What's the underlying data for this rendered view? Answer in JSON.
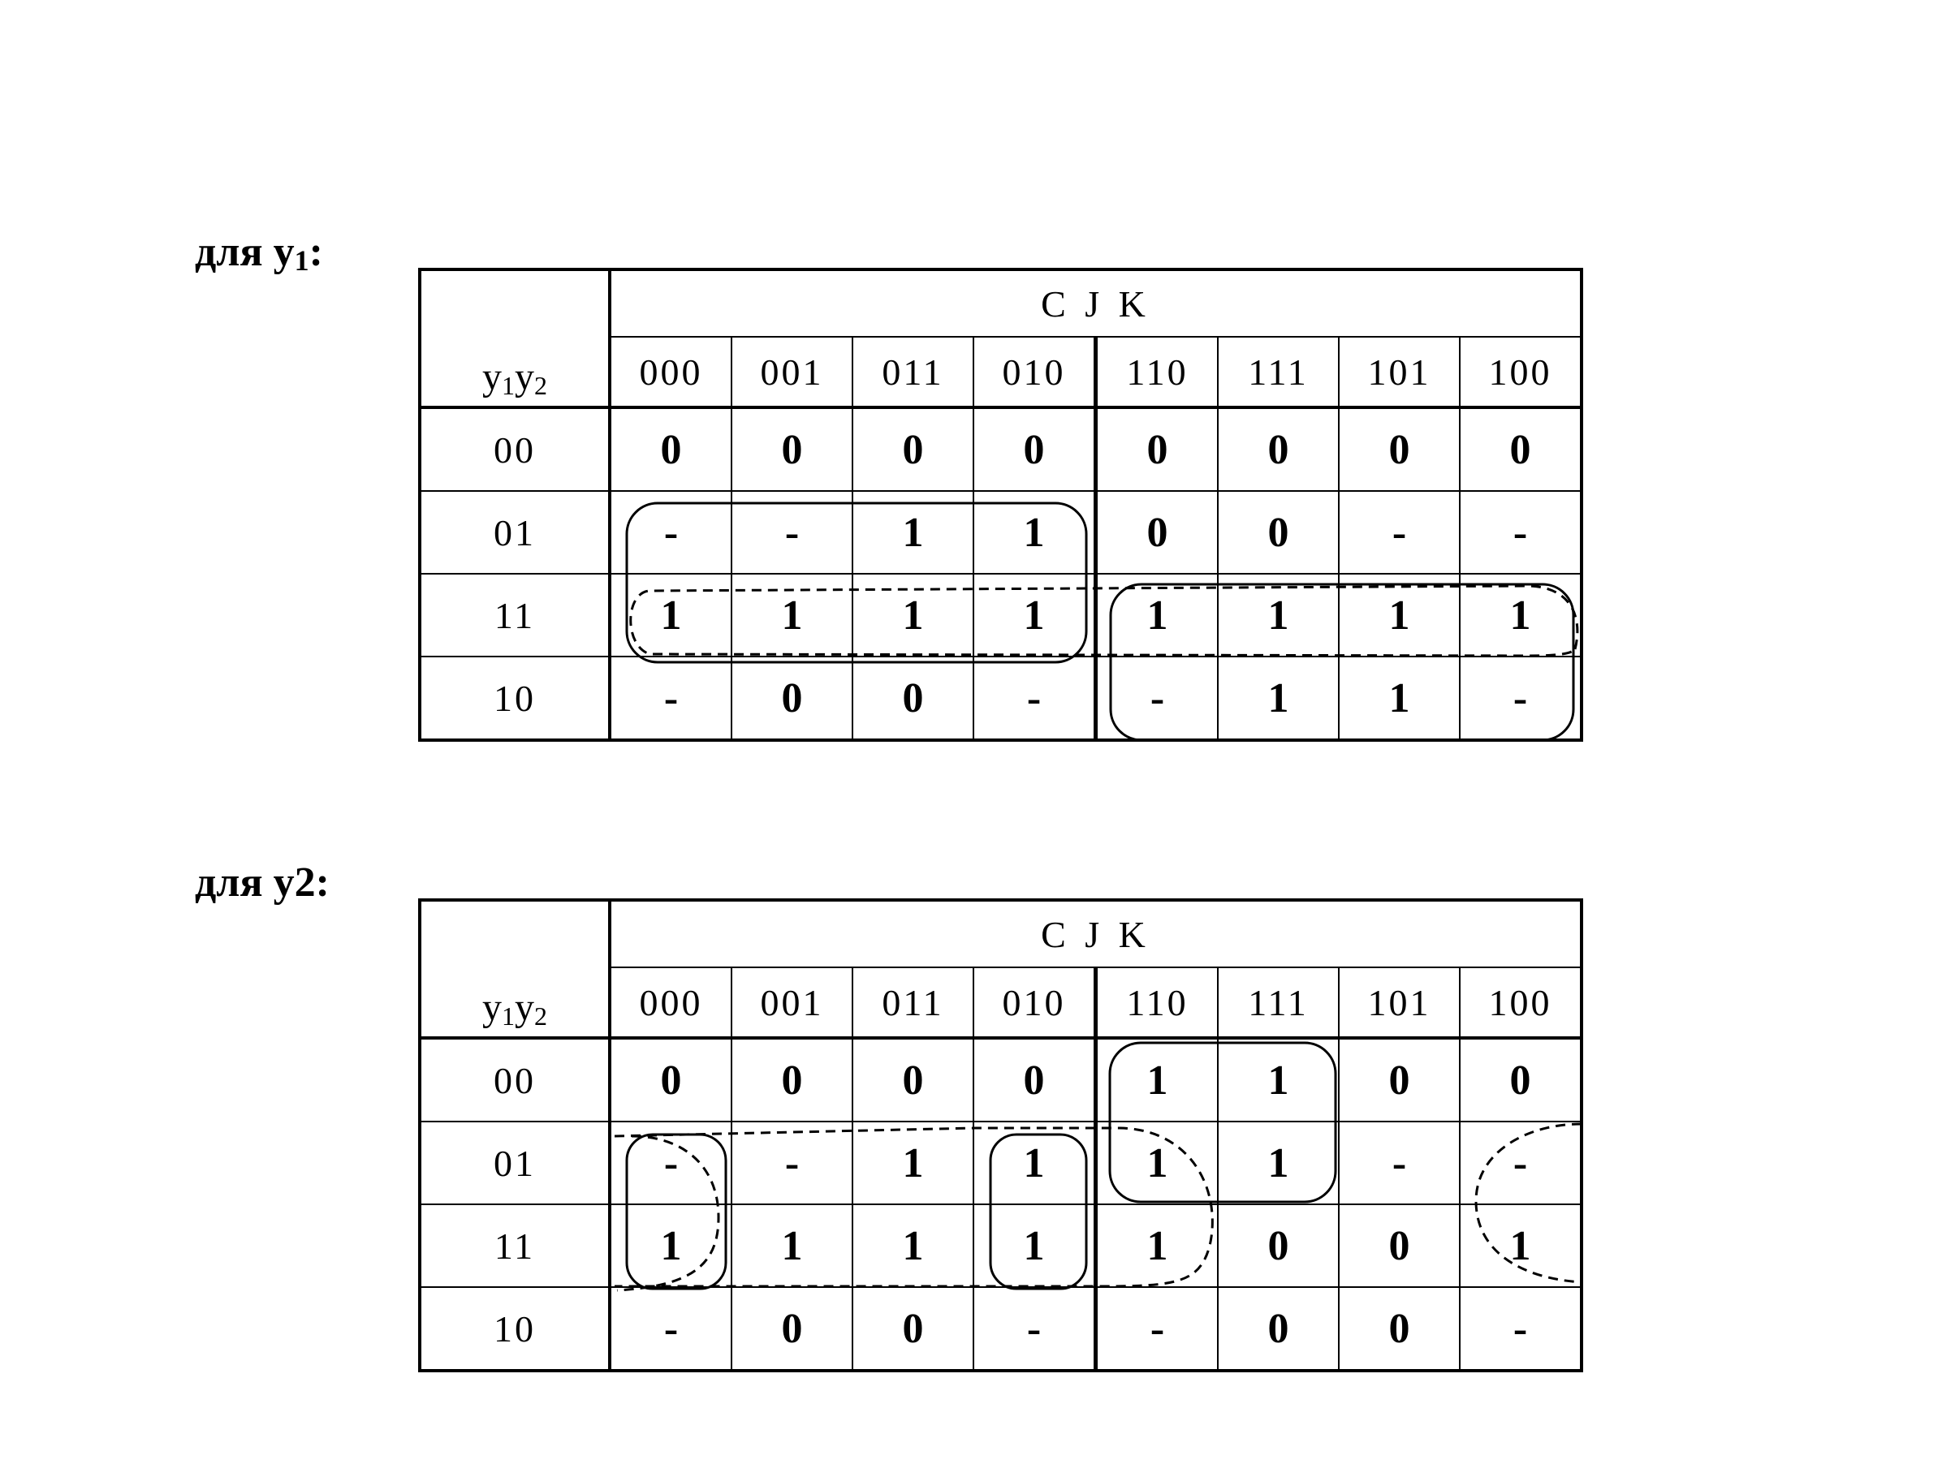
{
  "maps": [
    {
      "heading": {
        "prefix": "для y",
        "index": "1",
        "suffix": ":"
      },
      "top_vars": "C J K",
      "corner": {
        "v1": "y",
        "i1": "1",
        "v2": "y",
        "i2": "2"
      },
      "columns": [
        "000",
        "001",
        "011",
        "010",
        "110",
        "111",
        "101",
        "100"
      ],
      "rows": [
        {
          "code": "00",
          "cells": [
            "0",
            "0",
            "0",
            "0",
            "0",
            "0",
            "0",
            "0"
          ]
        },
        {
          "code": "01",
          "cells": [
            "-",
            "-",
            "1",
            "1",
            "0",
            "0",
            "-",
            "-"
          ]
        },
        {
          "code": "11",
          "cells": [
            "1",
            "1",
            "1",
            "1",
            "1",
            "1",
            "1",
            "1"
          ]
        },
        {
          "code": "10",
          "cells": [
            "-",
            "0",
            "0",
            "-",
            "-",
            "1",
            "1",
            "-"
          ]
        }
      ]
    },
    {
      "heading": {
        "prefix": "для y",
        "index": "2",
        "suffix": ":"
      },
      "top_vars": "C J K",
      "corner": {
        "v1": "y",
        "i1": "1",
        "v2": "y",
        "i2": "2"
      },
      "columns": [
        "000",
        "001",
        "011",
        "010",
        "110",
        "111",
        "101",
        "100"
      ],
      "rows": [
        {
          "code": "00",
          "cells": [
            "0",
            "0",
            "0",
            "0",
            "1",
            "1",
            "0",
            "0"
          ]
        },
        {
          "code": "01",
          "cells": [
            "-",
            "-",
            "1",
            "1",
            "1",
            "1",
            "-",
            "-"
          ]
        },
        {
          "code": "11",
          "cells": [
            "1",
            "1",
            "1",
            "1",
            "1",
            "0",
            "0",
            "1"
          ]
        },
        {
          "code": "10",
          "cells": [
            "-",
            "0",
            "0",
            "-",
            "-",
            "0",
            "0",
            "-"
          ]
        }
      ]
    }
  ]
}
